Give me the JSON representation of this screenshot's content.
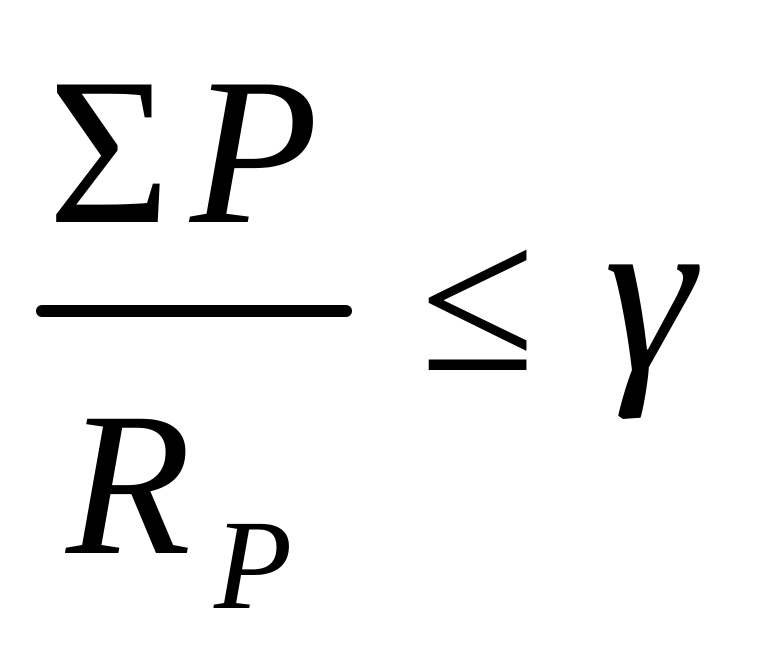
{
  "formula": {
    "numerator": {
      "sigma": "Σ",
      "variable": "P"
    },
    "denominator": {
      "variable": "R",
      "subscript": "P"
    },
    "relation": "≤",
    "right_side": "γ"
  },
  "colors": {
    "background": "#ffffff",
    "ink": "#000000"
  }
}
